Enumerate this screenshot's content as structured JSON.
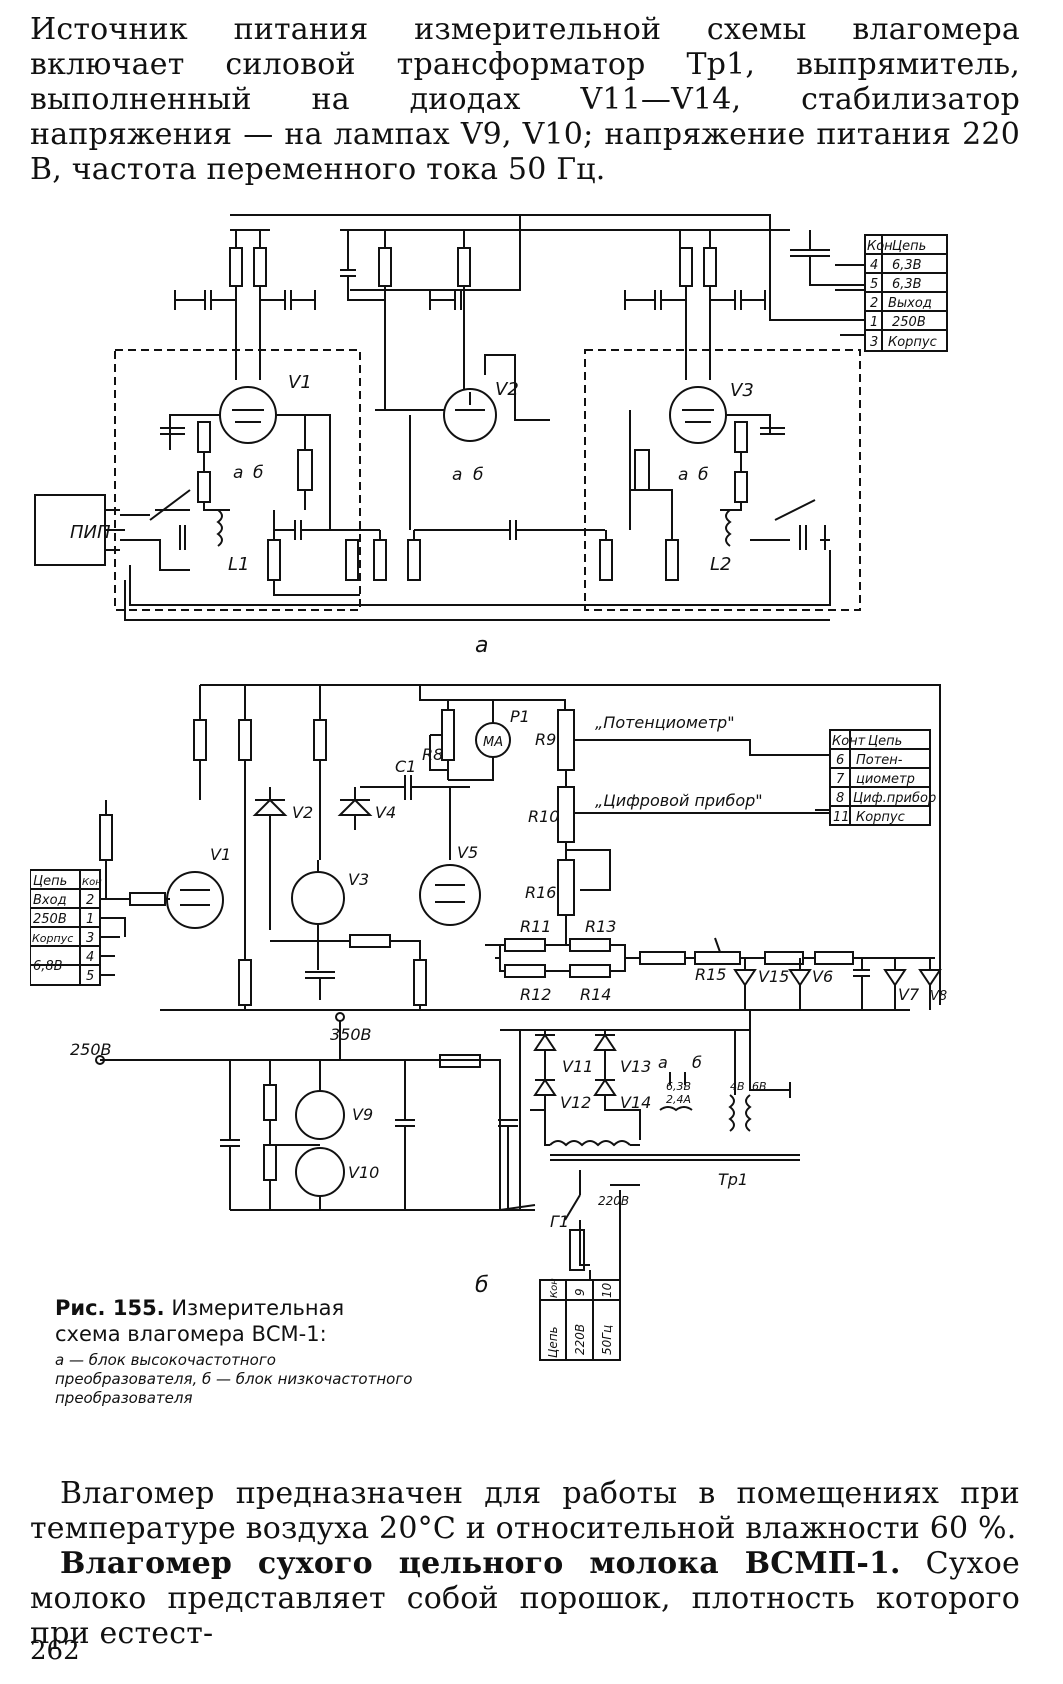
{
  "top_paragraph": "Источник питания измерительной схемы влагомера включает силовой трансформатор Тр1, выпрямитель, выполненный на диодах V11—V14, стабилизатор напряжения — на лампах V9, V10; напряжение питания 220 В, частота переменного тока 50 Гц.",
  "figure": {
    "sub_a": "а",
    "sub_b": "б",
    "block_a": {
      "pip": "ПИП",
      "tubes": [
        "V1",
        "V2",
        "V3"
      ],
      "coils": [
        "L1",
        "L2"
      ],
      "filament_labels": [
        "а",
        "б"
      ],
      "connector": {
        "header": [
          "Кон",
          "Цепь"
        ],
        "rows": [
          [
            "4",
            "6,3В"
          ],
          [
            "5",
            "6,3В"
          ],
          [
            "2",
            "Выход"
          ],
          [
            "1",
            "250В"
          ],
          [
            "3",
            "Корпус"
          ]
        ]
      }
    },
    "block_b": {
      "tubes": [
        "V1",
        "V3",
        "V5",
        "V9",
        "V10"
      ],
      "diodes": [
        "V2",
        "V4",
        "V15",
        "V6",
        "V7",
        "V8",
        "V11",
        "V13",
        "V12",
        "V14"
      ],
      "resistors": [
        "R8",
        "R9",
        "R10",
        "R16",
        "R11",
        "R13",
        "R12",
        "R14",
        "R15"
      ],
      "capacitor": "C1",
      "meter": "P1",
      "meter_unit": "МА",
      "pot_label": "„Потенциометр\"",
      "digital_label": "„Цифровой прибор\"",
      "voltage_250": "250В",
      "voltage_350": "350В",
      "transformer": "Тр1",
      "fuse": "Г1",
      "primary": "220В",
      "windings": [
        "а",
        "б"
      ],
      "winding_a": "6,3В",
      "winding_a2": "2,4А",
      "winding_b": "4В",
      "winding_b2": "6В",
      "connector_right": {
        "header": [
          "Конт",
          "Цепь"
        ],
        "rows": [
          [
            "6",
            "Потен-"
          ],
          [
            "7",
            "циометр"
          ],
          [
            "8",
            "Циф.прибор"
          ],
          [
            "11",
            "Корпус"
          ]
        ]
      },
      "connector_left": {
        "header": [
          "Цепь",
          "Кон"
        ],
        "rows": [
          [
            "Вход",
            "2"
          ],
          [
            "250В",
            "1"
          ],
          [
            "Корпус",
            "3"
          ],
          [
            "6,8В",
            "4"
          ],
          [
            "",
            "5"
          ]
        ]
      },
      "connector_bottom": {
        "header": [
          "Цепь",
          "Кон"
        ],
        "rows": [
          [
            "220В",
            "9"
          ],
          [
            "50Гц",
            "10"
          ]
        ]
      }
    }
  },
  "caption": {
    "title_bold": "Рис. 155.",
    "title_rest": " Измерительная схема влагомера ВСМ-1:",
    "legend": "а — блок высокочастотного преобразователя, б — блок низкочастотного преобразователя"
  },
  "bottom_paragraph_1": "Влагомер предназначен для работы в помещениях при температуре воздуха 20°С и относительной влажности 60 %.",
  "bottom_heading": "Влагомер сухого цельного молока ВСМП-1.",
  "bottom_paragraph_2": " Сухое молоко представляет собой порошок, плотность которого при естест-",
  "page_number": "262"
}
